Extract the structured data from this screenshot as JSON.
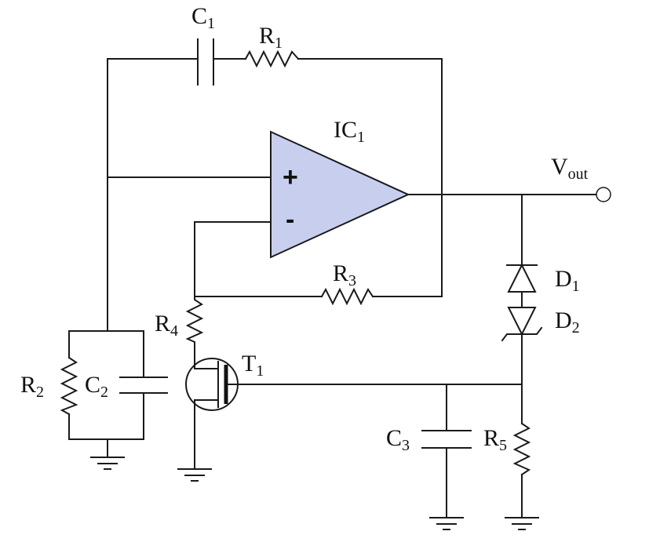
{
  "labels": {
    "c1": {
      "main": "C",
      "sub": "1"
    },
    "r1": {
      "main": "R",
      "sub": "1"
    },
    "ic1": {
      "main": "IC",
      "sub": "1"
    },
    "vout": {
      "main": "V",
      "sub": "out"
    },
    "r3": {
      "main": "R",
      "sub": "3"
    },
    "d1": {
      "main": "D",
      "sub": "1"
    },
    "d2": {
      "main": "D",
      "sub": "2"
    },
    "r4": {
      "main": "R",
      "sub": "4"
    },
    "t1": {
      "main": "T",
      "sub": "1"
    },
    "r2": {
      "main": "R",
      "sub": "2"
    },
    "c2": {
      "main": "C",
      "sub": "2"
    },
    "c3": {
      "main": "C",
      "sub": "3"
    },
    "r5": {
      "main": "R",
      "sub": "5"
    }
  },
  "opamp": {
    "plus_label": "+",
    "minus_label": "-",
    "fill_color": "#c8cfee"
  }
}
